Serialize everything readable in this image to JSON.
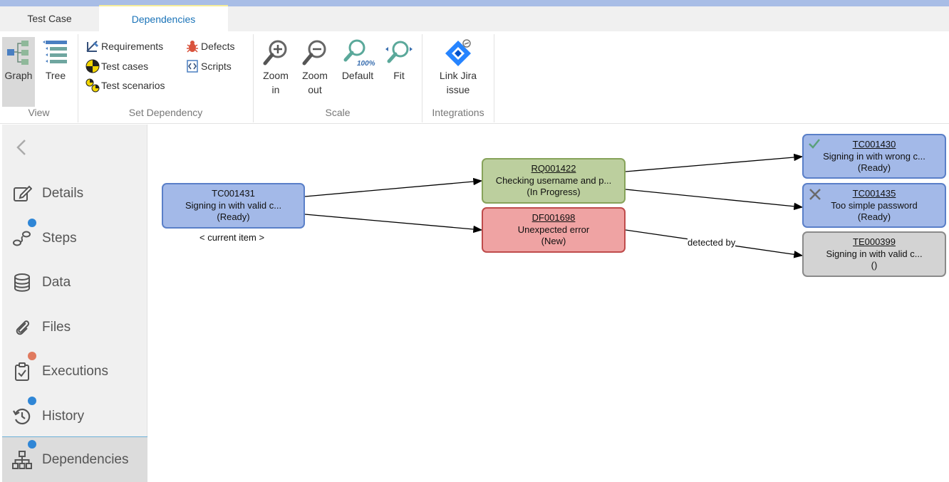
{
  "tabs": {
    "test_case": "Test Case",
    "dependencies": "Dependencies"
  },
  "ribbon": {
    "view": {
      "label": "View",
      "graph": "Graph",
      "tree": "Tree"
    },
    "set_dependency": {
      "label": "Set Dependency",
      "requirements": "Requirements",
      "test_cases": "Test cases",
      "test_scenarios": "Test scenarios",
      "defects": "Defects",
      "scripts": "Scripts"
    },
    "scale": {
      "label": "Scale",
      "zoom_in_1": "Zoom",
      "zoom_in_2": "in",
      "zoom_out_1": "Zoom",
      "zoom_out_2": "out",
      "default": "Default",
      "default_badge": "100%",
      "fit": "Fit"
    },
    "integrations": {
      "label": "Integrations",
      "link_jira_1": "Link Jira",
      "link_jira_2": "issue"
    }
  },
  "sidebar": {
    "items": [
      {
        "label": "Details",
        "icon": "edit-icon"
      },
      {
        "label": "Steps",
        "icon": "steps-icon",
        "badge_color": "#2f86d6"
      },
      {
        "label": "Data",
        "icon": "database-icon"
      },
      {
        "label": "Files",
        "icon": "paperclip-icon"
      },
      {
        "label": "Executions",
        "icon": "clipboard-check-icon",
        "badge_color": "#e07a5f"
      },
      {
        "label": "History",
        "icon": "history-icon",
        "badge_color": "#2f86d6"
      },
      {
        "label": "Dependencies",
        "icon": "hierarchy-icon",
        "badge_color": "#2f86d6"
      }
    ]
  },
  "graph": {
    "current": {
      "id": "TC001431",
      "title": "Signing in with valid c...",
      "status": "(Ready)",
      "caption": "< current item >"
    },
    "requirement": {
      "id": "RQ001422",
      "title": "Checking username and p...",
      "status": "(In Progress)"
    },
    "defect": {
      "id": "DF001698",
      "title": "Unexpected error",
      "status": "(New)"
    },
    "tc_passed": {
      "id": "TC001430",
      "title": "Signing in with wrong c...",
      "status": "(Ready)"
    },
    "tc_failed": {
      "id": "TC001435",
      "title": "Too simple password",
      "status": "(Ready)"
    },
    "execution": {
      "id": "TE000399",
      "title": "Signing in with valid c...",
      "status": "()"
    },
    "edge_label": "detected by"
  }
}
